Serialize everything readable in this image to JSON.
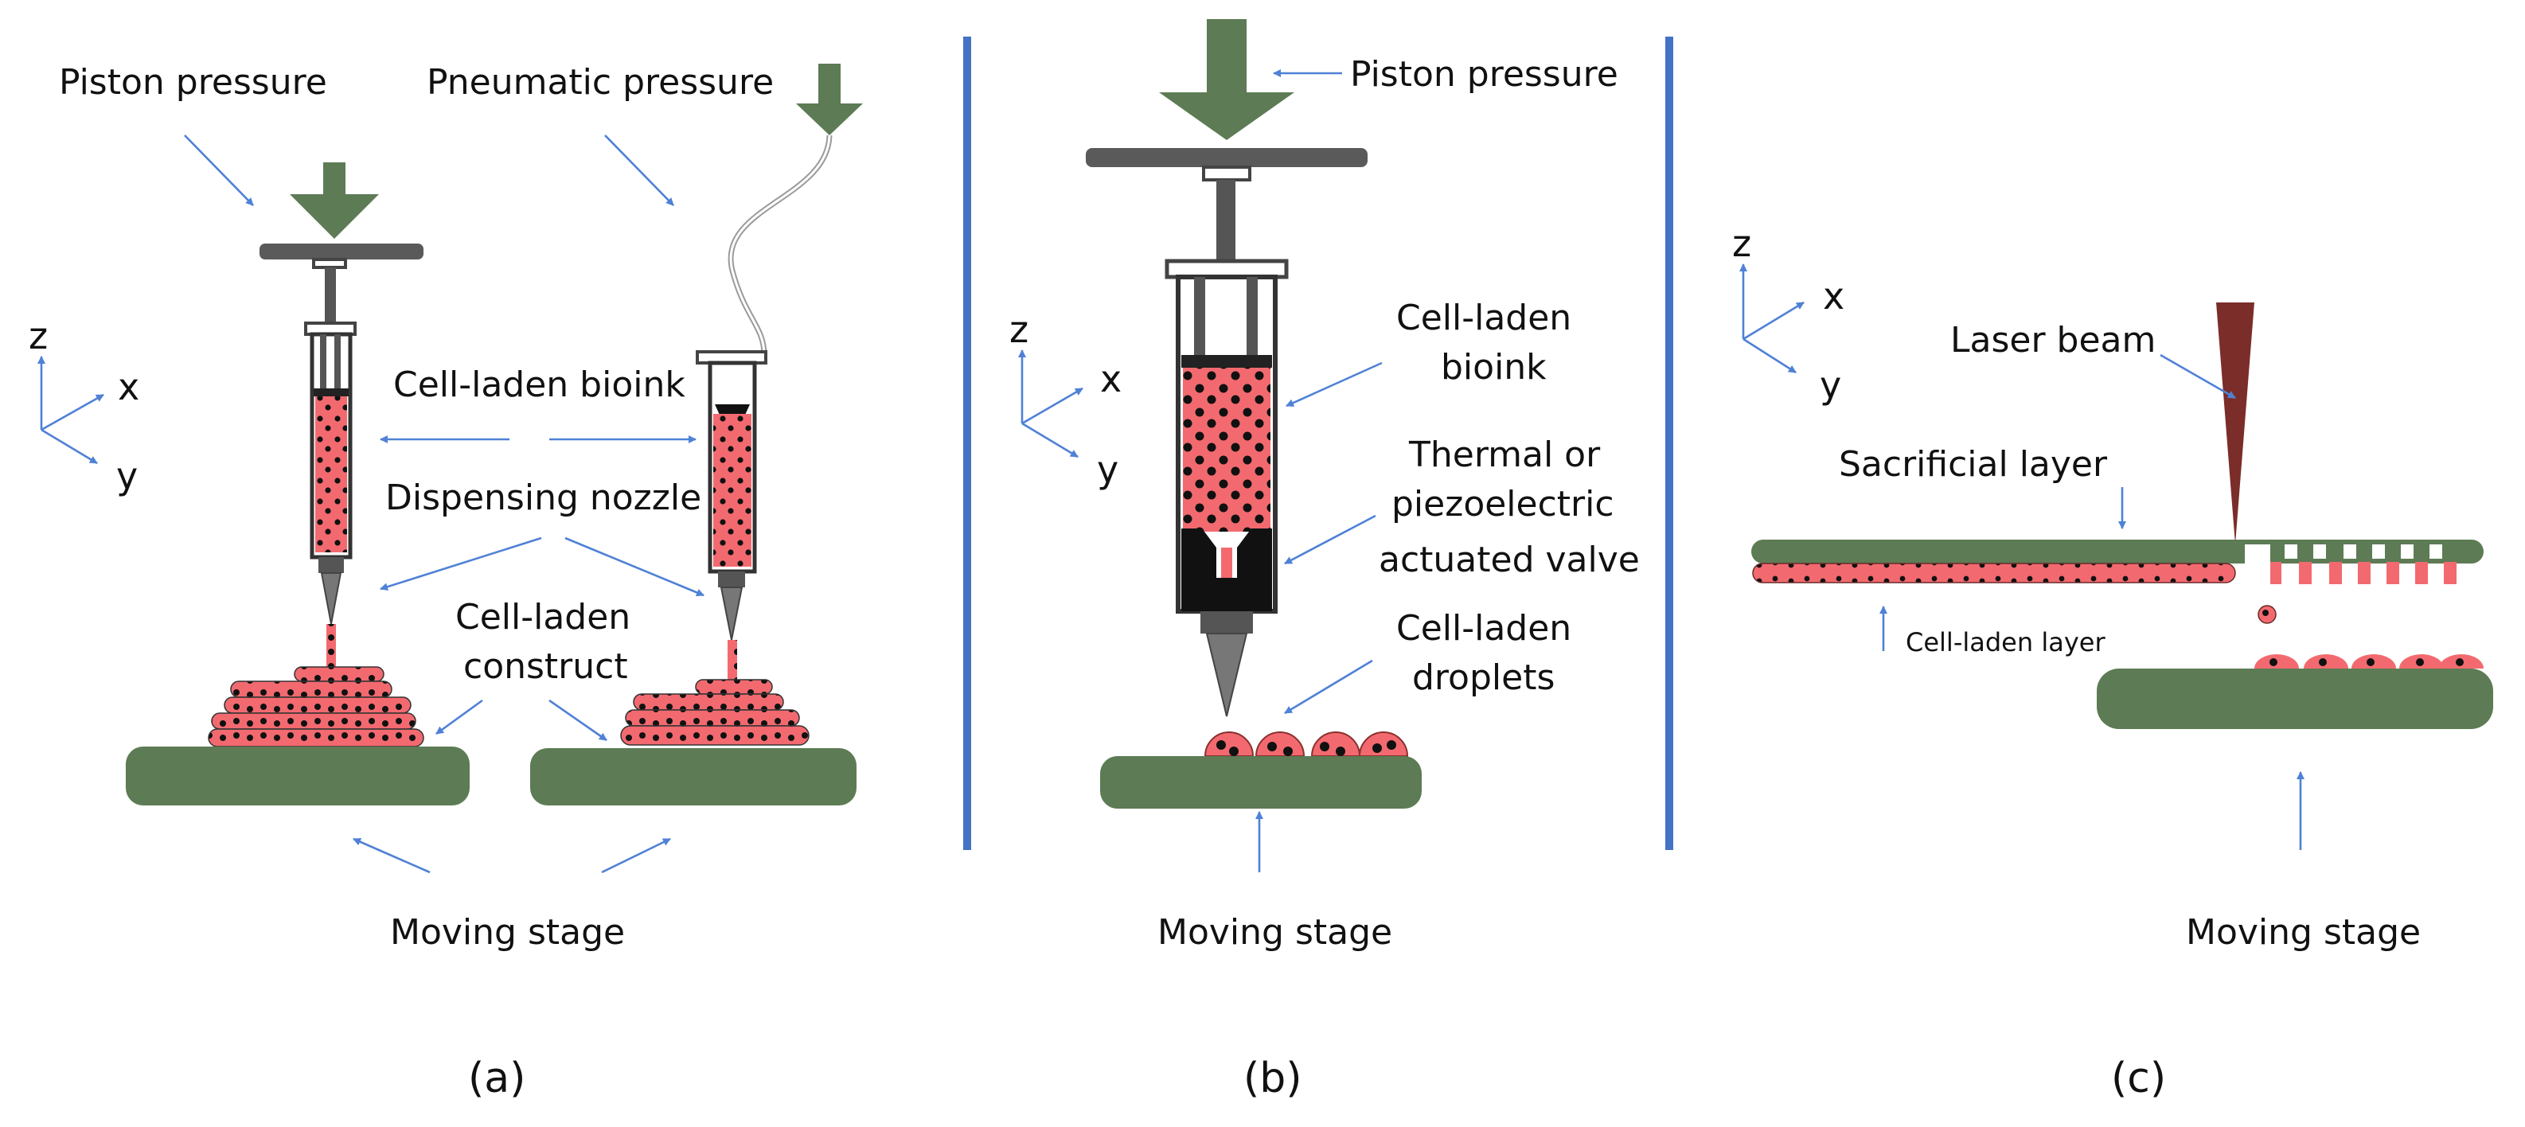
{
  "panel_a": {
    "piston_pressure": "Piston pressure",
    "pneumatic_pressure": "Pneumatic pressure",
    "cell_laden_bioink": "Cell-laden bioink",
    "dispensing_nozzle": "Dispensing nozzle",
    "construct_line1": "Cell-laden",
    "construct_line2": "construct",
    "moving_stage": "Moving stage",
    "caption": "(a)"
  },
  "panel_b": {
    "piston_pressure": "Piston pressure",
    "bioink_line1": "Cell-laden",
    "bioink_line2": "bioink",
    "valve_line1": "Thermal or",
    "valve_line2": "piezoelectric",
    "valve_line3": "actuated valve",
    "droplets_line1": "Cell-laden",
    "droplets_line2": "droplets",
    "moving_stage": "Moving stage",
    "caption": "(b)"
  },
  "panel_c": {
    "laser_beam": "Laser beam",
    "sacrificial_layer": "Sacrificial layer",
    "cell_laden_layer": "Cell-laden layer",
    "moving_stage": "Moving stage",
    "caption": "(c)"
  },
  "axes": {
    "z": "z",
    "x": "x",
    "y": "y"
  },
  "colors": {
    "stage_green": "#5d7b54",
    "bioink_pink": "#f26a6f",
    "divider_blue": "#4472c4",
    "arrow_blue": "#4f81d6",
    "laser_brown": "#7b2d2a",
    "syringe_gray": "#555555"
  }
}
